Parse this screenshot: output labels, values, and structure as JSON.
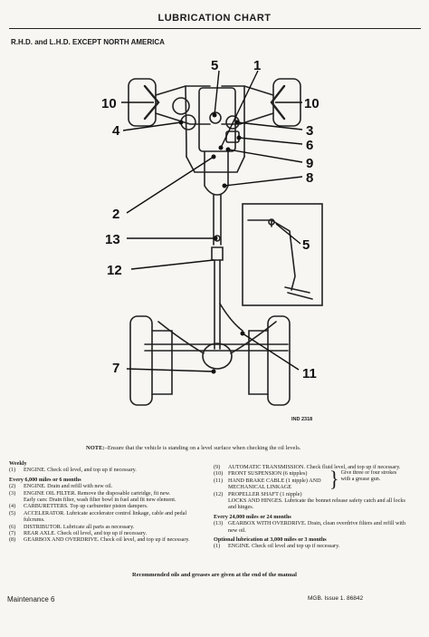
{
  "header": {
    "title": "LUBRICATION CHART",
    "subtitle": "R.H.D. and L.H.D. EXCEPT NORTH AMERICA"
  },
  "diagram": {
    "callouts": [
      "5",
      "1",
      "10",
      "10",
      "3",
      "4",
      "6",
      "9",
      "8",
      "2",
      "13",
      "12",
      "5",
      "7",
      "11"
    ],
    "reference": "IND 2318"
  },
  "note": {
    "label": "NOTE:",
    "text": "–Ensure that the vehicle is standing on a level surface when checking the oil levels."
  },
  "left_column": {
    "weekly": {
      "heading": "Weekly",
      "items": [
        {
          "num": "(1)",
          "text": "ENGINE. Check oil level, and top up if necessary."
        }
      ]
    },
    "every_6000": {
      "heading": "Every 6,000 miles or 6 months",
      "items": [
        {
          "num": "(2)",
          "text": "ENGINE. Drain and refill with new oil."
        },
        {
          "num": "(3)",
          "text": "ENGINE OIL FILTER. Remove the disposable cartridge, fit new."
        },
        {
          "num": "",
          "text": "Early cars: Drain filter, wash filter bowl in fuel and fit new element."
        },
        {
          "num": "(4)",
          "text": "CARBURETTERS. Top up carburetter piston dampers."
        },
        {
          "num": "(5)",
          "text": "ACCELERATOR. Lubricate accelerator control linkage, cable and pedal fulcrums."
        },
        {
          "num": "(6)",
          "text": "DISTRIBUTOR. Lubricate all parts as necessary."
        },
        {
          "num": "(7)",
          "text": "REAR AXLE. Check oil level, and top up if necessary."
        },
        {
          "num": "(8)",
          "text": "GEARBOX AND OVERDRIVE. Check oil level, and top up if necessary."
        }
      ]
    }
  },
  "right_column": {
    "items_top": [
      {
        "num": "(9)",
        "text": "AUTOMATIC TRANSMISSION. Check fluid level, and top up if necessary."
      }
    ],
    "bracketed": [
      {
        "num": "(10)",
        "text": "FRONT SUSPENSION (6 nipples)"
      },
      {
        "num": "(11)",
        "text": "HAND BRAKE CABLE (1 nipple) AND MECHANICAL LINKAGE"
      },
      {
        "num": "(12)",
        "text": "PROPELLER SHAFT (1 nipple)"
      }
    ],
    "bracket_note": "Give three or four strokes with a grease gun.",
    "locks": {
      "text": "LOCKS AND HINGES. Lubricate the bonnet release safety catch and all locks and hinges."
    },
    "every_24000": {
      "heading": "Every 24,000 miles or 24 months",
      "items": [
        {
          "num": "(13)",
          "text": "GEARBOX WITH OVERDRIVE. Drain, clean overdrive filters and refill with new oil."
        }
      ]
    },
    "optional": {
      "heading": "Optional lubrication at 3,000 miles or 3 months",
      "items": [
        {
          "num": "(1)",
          "text": "ENGINE. Check oil level and top up if necessary."
        }
      ]
    }
  },
  "footer": {
    "recommended": "Recommended oils and greases are given at the end of the manual",
    "left": "Maintenance 6",
    "right": "MGB.   Issue 1.   86842"
  }
}
